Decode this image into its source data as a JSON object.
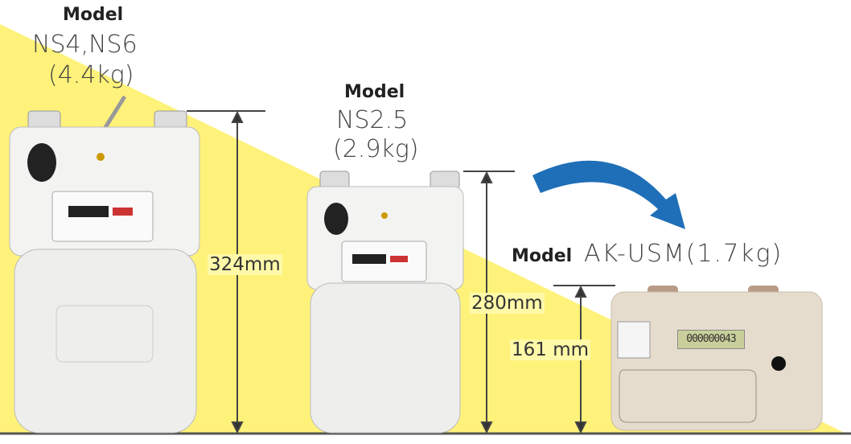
{
  "meters": [
    {
      "model_label": "Model",
      "name": "NS4,NS6",
      "weight": "(4.4kg)",
      "height": "324mm"
    },
    {
      "model_label": "Model",
      "name": "NS2.5",
      "weight": "(2.9kg)",
      "height": "280mm"
    },
    {
      "model_label": "Model",
      "name": "AK-USM(1.7kg)",
      "height": "161 mm",
      "display": "000000043"
    }
  ],
  "colors": {
    "background_triangle": "#fff27a",
    "arrow": "#1f6fb8",
    "meter_white": "#f3f3f1",
    "meter_beige": "#e6dccd"
  }
}
